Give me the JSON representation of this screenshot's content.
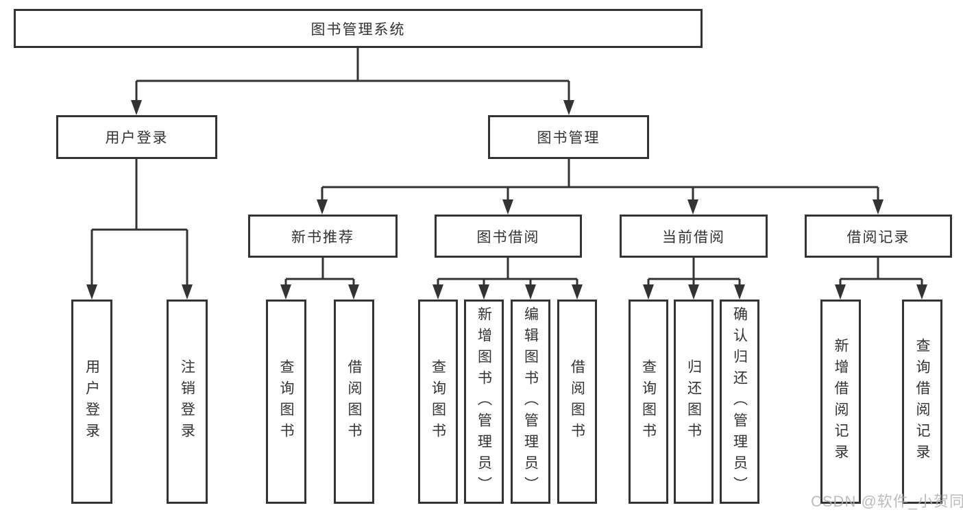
{
  "diagram": {
    "watermark": "CSDN @软件_小贺同学",
    "colors": {
      "line": "#333333",
      "border": "#333333",
      "text": "#333333",
      "box_background": "#ffffff",
      "watermark": "#b0b0b0",
      "page_background": "#ffffff"
    },
    "tree": {
      "label": "图书管理系统",
      "children": [
        {
          "label": "用户登录",
          "children": [
            {
              "label": "用户登录"
            },
            {
              "label": "注销登录"
            }
          ]
        },
        {
          "label": "图书管理",
          "children": [
            {
              "label": "新书推荐",
              "children": [
                {
                  "label": "查询图书"
                },
                {
                  "label": "借阅图书"
                }
              ]
            },
            {
              "label": "图书借阅",
              "children": [
                {
                  "label": "查询图书"
                },
                {
                  "label": "新增图书（管理员）"
                },
                {
                  "label": "编辑图书（管理员）"
                },
                {
                  "label": "借阅图书"
                }
              ]
            },
            {
              "label": "当前借阅",
              "children": [
                {
                  "label": "查询图书"
                },
                {
                  "label": "归还图书"
                },
                {
                  "label": "确认归还（管理员）"
                }
              ]
            },
            {
              "label": "借阅记录",
              "children": [
                {
                  "label": "新增借阅记录"
                },
                {
                  "label": "查询借阅记录"
                }
              ]
            }
          ]
        }
      ]
    }
  }
}
